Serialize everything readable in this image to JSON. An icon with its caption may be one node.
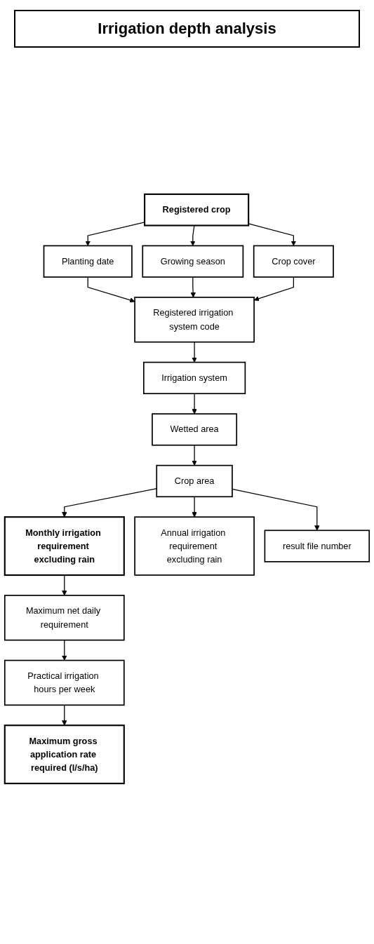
{
  "diagram": {
    "title": "Irrigation depth analysis",
    "nodes": [
      {
        "text": [
          "Registered crop"
        ]
      },
      {
        "text": [
          "Planting date"
        ]
      },
      {
        "text": [
          "Growing season"
        ]
      },
      {
        "text": [
          "Crop cover"
        ]
      },
      {
        "text": [
          "Registered irrigation system code"
        ]
      },
      {
        "text": [
          "Irrigation system"
        ]
      },
      {
        "text": [
          "Wetted area"
        ]
      },
      {
        "text": [
          "Crop area"
        ]
      },
      {
        "text": [
          "Monthly irrigation requirement excluding rain"
        ]
      },
      {
        "text": [
          "Annual irrigation requirement excluding rain"
        ]
      },
      {
        "text": [
          "result file number"
        ]
      },
      {
        "text": [
          "Maximum net daily requirement"
        ]
      },
      {
        "text": [
          "Practical irrigation hours per week"
        ]
      },
      {
        "text": [
          "Maximum gross application rate required (l/s/ha)"
        ]
      }
    ],
    "edges": [
      {
        "from": 0,
        "to": 1,
        "arrow": "to"
      },
      {
        "from": 0,
        "to": 2,
        "arrow": "to"
      },
      {
        "from": 0,
        "to": 3,
        "arrow": "to"
      },
      {
        "from": 1,
        "to": 4,
        "arrow": "to"
      },
      {
        "from": 2,
        "to": 4,
        "arrow": "to"
      },
      {
        "from": 3,
        "to": 4,
        "arrow": "to"
      },
      {
        "from": 4,
        "to": 5,
        "arrow": "to"
      },
      {
        "from": 5,
        "to": 6,
        "arrow": "to"
      },
      {
        "from": 6,
        "to": 7,
        "arrow": "to"
      },
      {
        "from": 7,
        "to": 8,
        "arrow": "to"
      },
      {
        "from": 7,
        "to": 9,
        "arrow": "to"
      },
      {
        "from": 7,
        "to": 10,
        "arrow": "to"
      },
      {
        "from": 8,
        "to": 11,
        "arrow": "to"
      },
      {
        "from": 11,
        "to": 12,
        "arrow": "to"
      },
      {
        "from": 12,
        "to": 13,
        "arrow": "to"
      }
    ]
  }
}
